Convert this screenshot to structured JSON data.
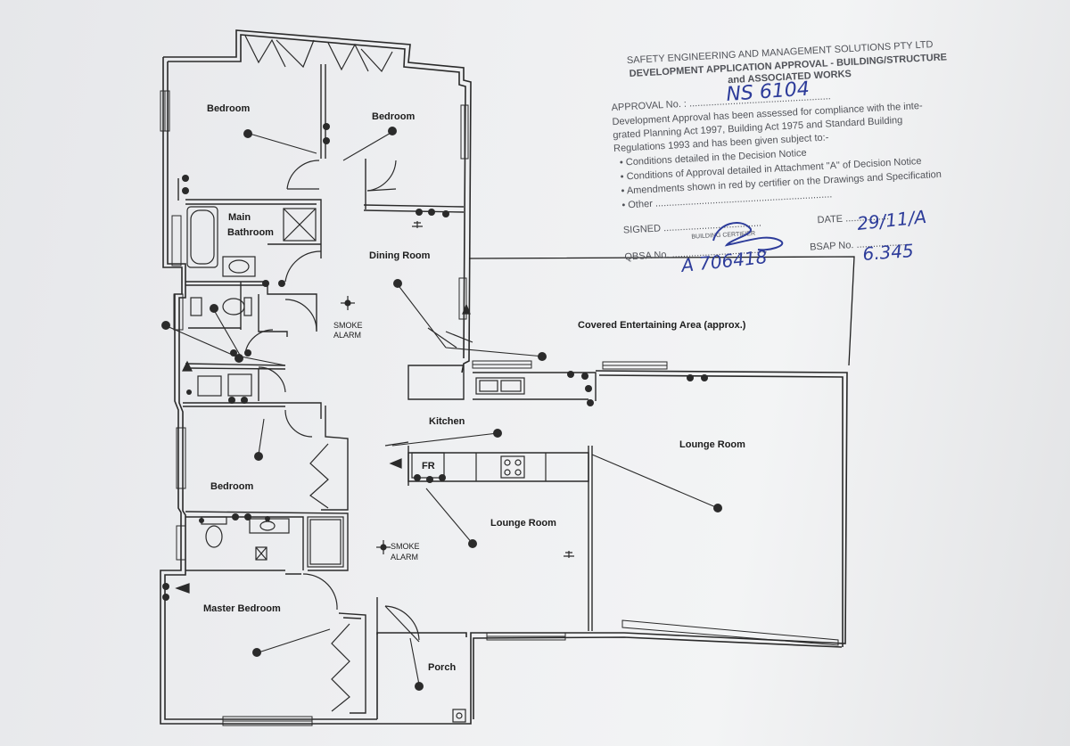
{
  "rooms": {
    "bedroom_nw": "Bedroom",
    "bedroom_n": "Bedroom",
    "main_bathroom_1": "Main",
    "main_bathroom_2": "Bathroom",
    "dining": "Dining Room",
    "covered": "Covered Entertaining Area (approx.)",
    "kitchen": "Kitchen",
    "lounge_east": "Lounge Room",
    "bedroom_w": "Bedroom",
    "lounge": "Lounge Room",
    "master": "Master Bedroom",
    "porch": "Porch"
  },
  "labels": {
    "smoke_1a": "SMOKE",
    "smoke_1b": "ALARM",
    "smoke_2a": "SMOKE",
    "smoke_2b": "ALARM",
    "fridge": "FR"
  },
  "stamp": {
    "company": "SAFETY ENGINEERING AND MANAGEMENT SOLUTIONS PTY LTD",
    "heading_1": "DEVELOPMENT APPLICATION APPROVAL - BUILDING/STRUCTURE",
    "heading_2": "and ASSOCIATED WORKS",
    "approval_label": "APPROVAL No. : ....................................................",
    "line_1": "Development Approval has been assessed for compliance with the inte-",
    "line_2": "grated Planning Act 1997, Building Act 1975 and Standard Building",
    "line_3": "Regulations 1993 and has been given subject to:-",
    "bullet_1": "Conditions detailed in the Decision Notice",
    "bullet_2": "Conditions of Approval detailed in Attachment \"A\" of Decision Notice",
    "bullet_3": "Amendments shown in red by certifier on the Drawings and Specification",
    "bullet_4": "Other .................................................................",
    "signed_label": "SIGNED ....................................",
    "date_label": "DATE ................",
    "certifier_label": "BUILDING CERTIFIER",
    "qbsa_label": "QBSA No. ...................................",
    "bsap_label": "BSAP No. ...................",
    "approval_hw": "NS 6104",
    "date_hw": "29/11/A",
    "qbsa_hw": "A 706418",
    "bsap_hw": "6.345"
  },
  "colors": {
    "ink": "#2a2a2a",
    "stamp": "#505258",
    "pen": "#2d3c9a"
  }
}
